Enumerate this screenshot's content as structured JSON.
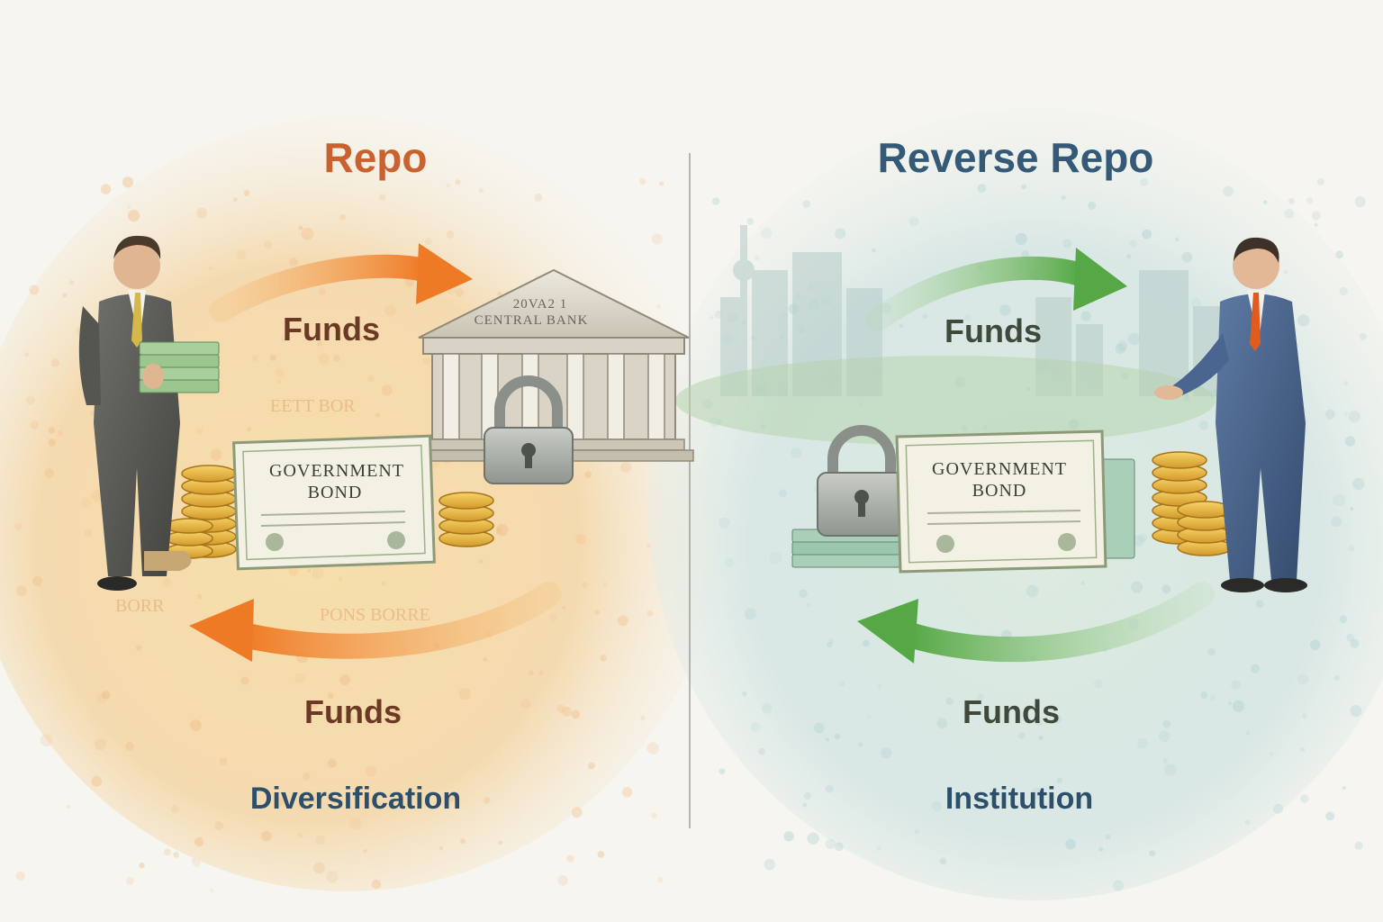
{
  "left_panel": {
    "title": "Repo",
    "funds_top": "Funds",
    "funds_bottom": "Funds",
    "caption": "Diversification",
    "bank_label_top": "20VA2 1",
    "bank_label": "CENTRAL BANK",
    "bond_line1": "GOVERNMENT",
    "bond_line2": "BOND",
    "faint_text_1": "EETT BOR",
    "faint_text_2": "BORR",
    "faint_text_3": "PONS BORRE"
  },
  "right_panel": {
    "title": "Reverse Repo",
    "funds_top": "Funds",
    "funds_bottom": "Funds",
    "caption": "Institution",
    "bond_line1": "GOVERNMENT",
    "bond_line2": "BOND"
  },
  "colors": {
    "left_title": "#c9622f",
    "right_title": "#345a78",
    "left_arrow": "#f08a2c",
    "right_arrow": "#5fae4e",
    "caption": "#2d4f6a"
  },
  "icons": [
    "businessman-icon",
    "cash-stack-icon",
    "coin-stack-icon",
    "bank-building-icon",
    "padlock-icon",
    "bond-certificate-icon",
    "city-skyline-icon"
  ]
}
